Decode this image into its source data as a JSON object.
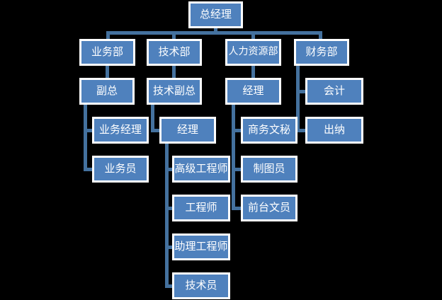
{
  "chart_data": {
    "type": "diagram",
    "subtype": "org-chart",
    "background": "#000000",
    "node_fill": "#4f81bd",
    "node_border": "#ffffff",
    "connector_color": "#44719e",
    "text_color": "#ffffff",
    "nodes": [
      {
        "id": "general-manager",
        "label": "总经理",
        "parent": null
      },
      {
        "id": "business-dept",
        "label": "业务部",
        "parent": "general-manager"
      },
      {
        "id": "tech-dept",
        "label": "技术部",
        "parent": "general-manager"
      },
      {
        "id": "hr-dept",
        "label": "人力资源部",
        "parent": "general-manager"
      },
      {
        "id": "finance-dept",
        "label": "财务部",
        "parent": "general-manager"
      },
      {
        "id": "deputy-general",
        "label": "副总",
        "parent": "business-dept"
      },
      {
        "id": "tech-deputy",
        "label": "技术副总",
        "parent": "tech-dept"
      },
      {
        "id": "hr-manager",
        "label": "经理",
        "parent": "hr-dept"
      },
      {
        "id": "accountant",
        "label": "会计",
        "parent": "finance-dept"
      },
      {
        "id": "business-manager",
        "label": "业务经理",
        "parent": "deputy-general"
      },
      {
        "id": "tech-manager",
        "label": "经理",
        "parent": "tech-deputy"
      },
      {
        "id": "business-secretary",
        "label": "商务文秘",
        "parent": "hr-manager"
      },
      {
        "id": "cashier",
        "label": "出纳",
        "parent": "finance-dept"
      },
      {
        "id": "salesperson",
        "label": "业务员",
        "parent": "deputy-general"
      },
      {
        "id": "senior-engineer",
        "label": "高级工程师",
        "parent": "tech-manager"
      },
      {
        "id": "draftsman",
        "label": "制图员",
        "parent": "hr-manager"
      },
      {
        "id": "engineer",
        "label": "工程师",
        "parent": "tech-manager"
      },
      {
        "id": "receptionist",
        "label": "前台文员",
        "parent": "hr-manager"
      },
      {
        "id": "assistant-engineer",
        "label": "助理工程师",
        "parent": "tech-manager"
      },
      {
        "id": "technician",
        "label": "技术员",
        "parent": "tech-manager"
      }
    ]
  }
}
